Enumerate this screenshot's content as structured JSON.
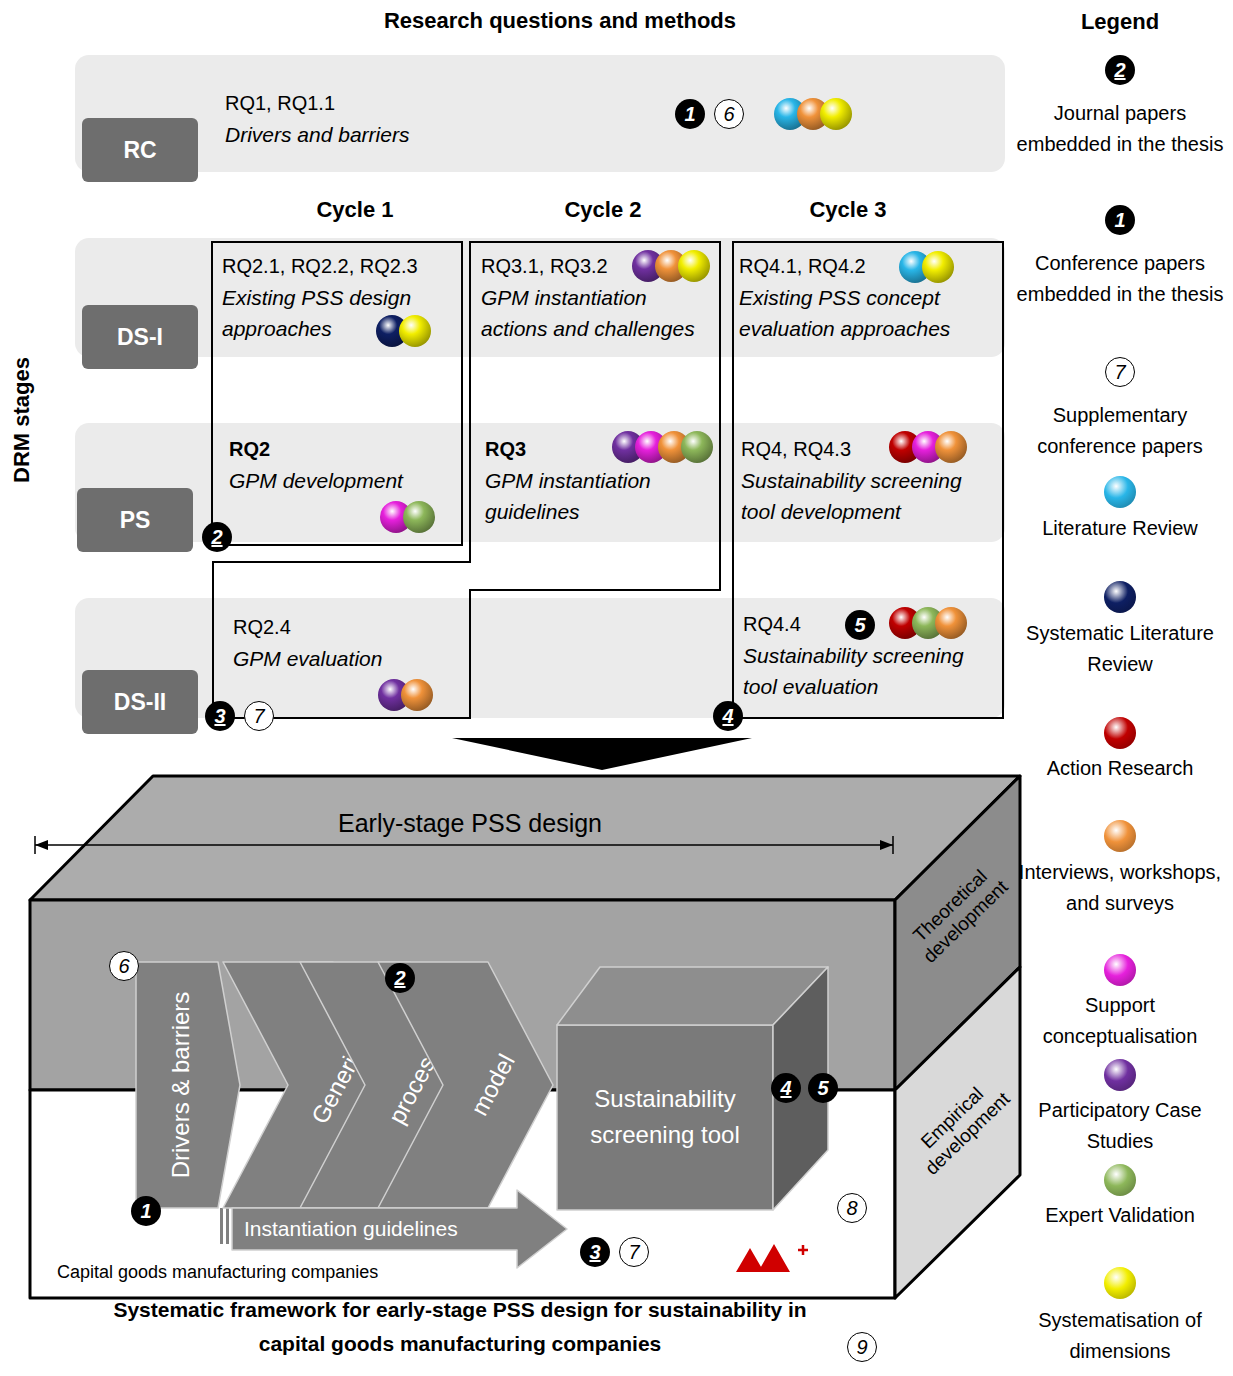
{
  "diagram": {
    "title": "Research questions and methods",
    "caption": "Systematic framework for early-stage PSS design for sustainability in capital goods manufacturing companies",
    "nodes": [
      {
        "text": [
          "RC"
        ]
      },
      {
        "text": [
          "RQ1, RQ1.1",
          "Drivers and barriers"
        ]
      },
      {
        "text": [
          "DS-I"
        ]
      },
      {
        "text": [
          "RQ2.1, RQ2.2, RQ2.3",
          "Existing PSS design approaches"
        ]
      },
      {
        "text": [
          "RQ3.1, RQ3.2",
          "GPM instantiation actions and challenges"
        ]
      },
      {
        "text": [
          "RQ4.1, RQ4.2",
          "Existing PSS concept evaluation approaches"
        ]
      },
      {
        "text": [
          "PS"
        ]
      },
      {
        "text": [
          "RQ2",
          "GPM development"
        ]
      },
      {
        "text": [
          "RQ3",
          "GPM instantiation guidelines"
        ]
      },
      {
        "text": [
          "RQ4, RQ4.3",
          "Sustainability screening tool development"
        ]
      },
      {
        "text": [
          "DS-II"
        ]
      },
      {
        "text": [
          "RQ2.4",
          "GPM evaluation"
        ]
      },
      {
        "text": [
          "RQ4.4",
          "Sustainability screening tool evaluation"
        ]
      },
      {
        "text": [
          "Early-stage PSS design",
          "Theoretical development",
          "Empirical development",
          "Capital goods manufacturing companies"
        ]
      },
      {
        "text": [
          "Drivers & barriers"
        ],
        "in": 13
      },
      {
        "text": [
          "Generic"
        ],
        "in": 13
      },
      {
        "text": [
          "process"
        ],
        "in": 13
      },
      {
        "text": [
          "model"
        ],
        "in": 13
      },
      {
        "text": [
          "Instantiation guidelines"
        ],
        "in": 13
      },
      {
        "text": [
          "Sustainability screening tool"
        ],
        "in": 13
      }
    ],
    "labels": [
      "DRM stages",
      "Cycle 1",
      "Cycle 2",
      "Cycle 3",
      "1",
      "6",
      "2",
      "3",
      "7",
      "5",
      "4",
      "6",
      "2",
      "1",
      "4",
      "5",
      "3",
      "7",
      "8",
      "9",
      "Legend",
      "2",
      "1",
      "7"
    ],
    "legend": [
      {
        "text": "Journal papers embedded in the thesis"
      },
      {
        "text": "Conference papers embedded in the thesis"
      },
      {
        "text": "Supplementary conference papers"
      },
      {
        "text": "Literature Review",
        "color": "#29b6e8"
      },
      {
        "text": "Systematic Literature Review",
        "color": "#0e1f63"
      },
      {
        "text": "Action Research",
        "color": "#c00000"
      },
      {
        "text": "Interviews, workshops, and surveys",
        "color": "#f0923a"
      },
      {
        "text": "Support conceptualisation",
        "color": "#e620dc"
      },
      {
        "text": "Participatory Case Studies",
        "color": "#7030a0"
      },
      {
        "text": "Expert Validation",
        "color": "#8db75a"
      },
      {
        "text": "Systematisation of dimensions",
        "color": "#f2ee00"
      }
    ]
  }
}
